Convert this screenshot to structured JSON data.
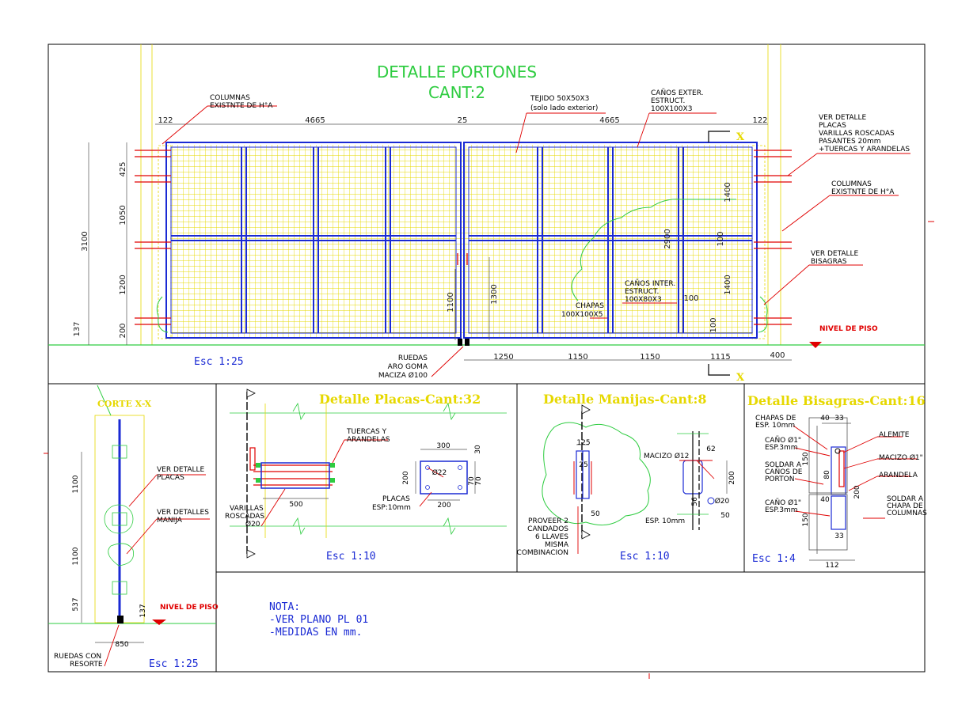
{
  "main_title": "DETALLE PORTONES",
  "main_subtitle": "CANT:2",
  "labels": {
    "columnas_left": [
      "COLUMNAS",
      "EXISTNTE DE H°A"
    ],
    "tejido": [
      "TEJIDO 50X50X3",
      "(solo lado exterior)"
    ],
    "canos_exter": [
      "CAÑOS EXTER.",
      "ESTRUCT.",
      "100X100X3"
    ],
    "ver_detalle_placas_right": [
      "VER DETALLE",
      "PLACAS",
      "VARILLAS ROSCADAS",
      "PASANTES 20mm",
      "+TUERCAS Y ARANDELAS"
    ],
    "columnas_right": [
      "COLUMNAS",
      "EXISTNTE DE H°A"
    ],
    "ver_detalle_bisagras": [
      "VER DETALLE",
      "BISAGRAS"
    ],
    "canos_inter": [
      "CAÑOS INTER.",
      "ESTRUCT.",
      "100X80X3"
    ],
    "chapas": [
      "CHAPAS",
      "100X100X5"
    ],
    "ruedas": [
      "RUEDAS",
      "ARO GOMA",
      "MACIZA Ø100"
    ],
    "nivel_piso": "NIVEL DE PISO",
    "x_marker": "X"
  },
  "dims_top": [
    "122",
    "4665",
    "25",
    "4665",
    "122"
  ],
  "dims_left": [
    "425",
    "1050",
    "3100",
    "1200",
    "137",
    "200"
  ],
  "dims_center": [
    "1100",
    "1300"
  ],
  "dims_right": [
    "1400",
    "2900",
    "100",
    "1400",
    "100",
    "100"
  ],
  "dims_bottom": [
    "1250",
    "1150",
    "1150",
    "1115",
    "400"
  ],
  "scales": {
    "main": "Esc 1:25",
    "corte": "Esc 1:25",
    "placas": "Esc 1:10",
    "manijas": "Esc 1:10",
    "bisagras": "Esc 1:4"
  },
  "corte": {
    "title": "CORTE X-X",
    "ver_placas": [
      "VER DETALLE",
      "PLACAS"
    ],
    "ver_manija": [
      "VER DETALLES",
      "MANIJA"
    ],
    "dims": [
      "1100",
      "1100",
      "537",
      "137",
      "850"
    ],
    "ruedas": [
      "RUEDAS CON",
      "RESORTE"
    ],
    "nivel_piso": "NIVEL DE PISO"
  },
  "placas": {
    "title": "Detalle Placas-Cant:32",
    "tuercas": [
      "TUERCAS Y",
      "ARANDELAS"
    ],
    "varillas": [
      "VARILLAS",
      "ROSCADAS",
      "Ø20"
    ],
    "placas_esp": [
      "PLACAS",
      "ESP:10mm"
    ],
    "dims": [
      "500",
      "300",
      "30",
      "200",
      "70",
      "70",
      "200",
      "Ø22"
    ]
  },
  "manijas": {
    "title": "Detalle Manijas-Cant:8",
    "macizo": "MACIZO Ø12",
    "esp": "ESP. 10mm",
    "proveer": [
      "PROVEER 2",
      "CANDADOS",
      "6 LLAVES",
      "MISMA",
      "COMBINACION"
    ],
    "dims": [
      "125",
      "25",
      "50",
      "62",
      "200",
      "56",
      "Ø20",
      "50"
    ]
  },
  "bisagras": {
    "title": "Detalle Bisagras-Cant:16",
    "chapas": [
      "CHAPAS DE",
      "ESP. 10mm"
    ],
    "cano1": [
      "CAÑO Ø1\"",
      "ESP.3mm"
    ],
    "soldar_porton": [
      "SOLDAR A",
      "CAÑOS DE",
      "PORTON"
    ],
    "cano2": [
      "CAÑO Ø1\"",
      "ESP.3mm"
    ],
    "alemite": "ALEMITE",
    "macizo": "MACIZO Ø1\"",
    "arandela": "ARANDELA",
    "soldar_columnas": [
      "SOLDAR A",
      "CHAPA DE",
      "COLUMNAS"
    ],
    "dims": [
      "40",
      "33",
      "150",
      "80",
      "200",
      "40",
      "150",
      "33",
      "112"
    ]
  },
  "nota": {
    "title": "NOTA:",
    "lines": [
      "-VER PLANO PL 01",
      "-MEDIDAS EN mm."
    ]
  },
  "colors": {
    "frame": "#1a2ad4",
    "mesh": "#e6d800",
    "dimension": "#2ecc40",
    "leader": "#e00000",
    "border": "#000000"
  }
}
